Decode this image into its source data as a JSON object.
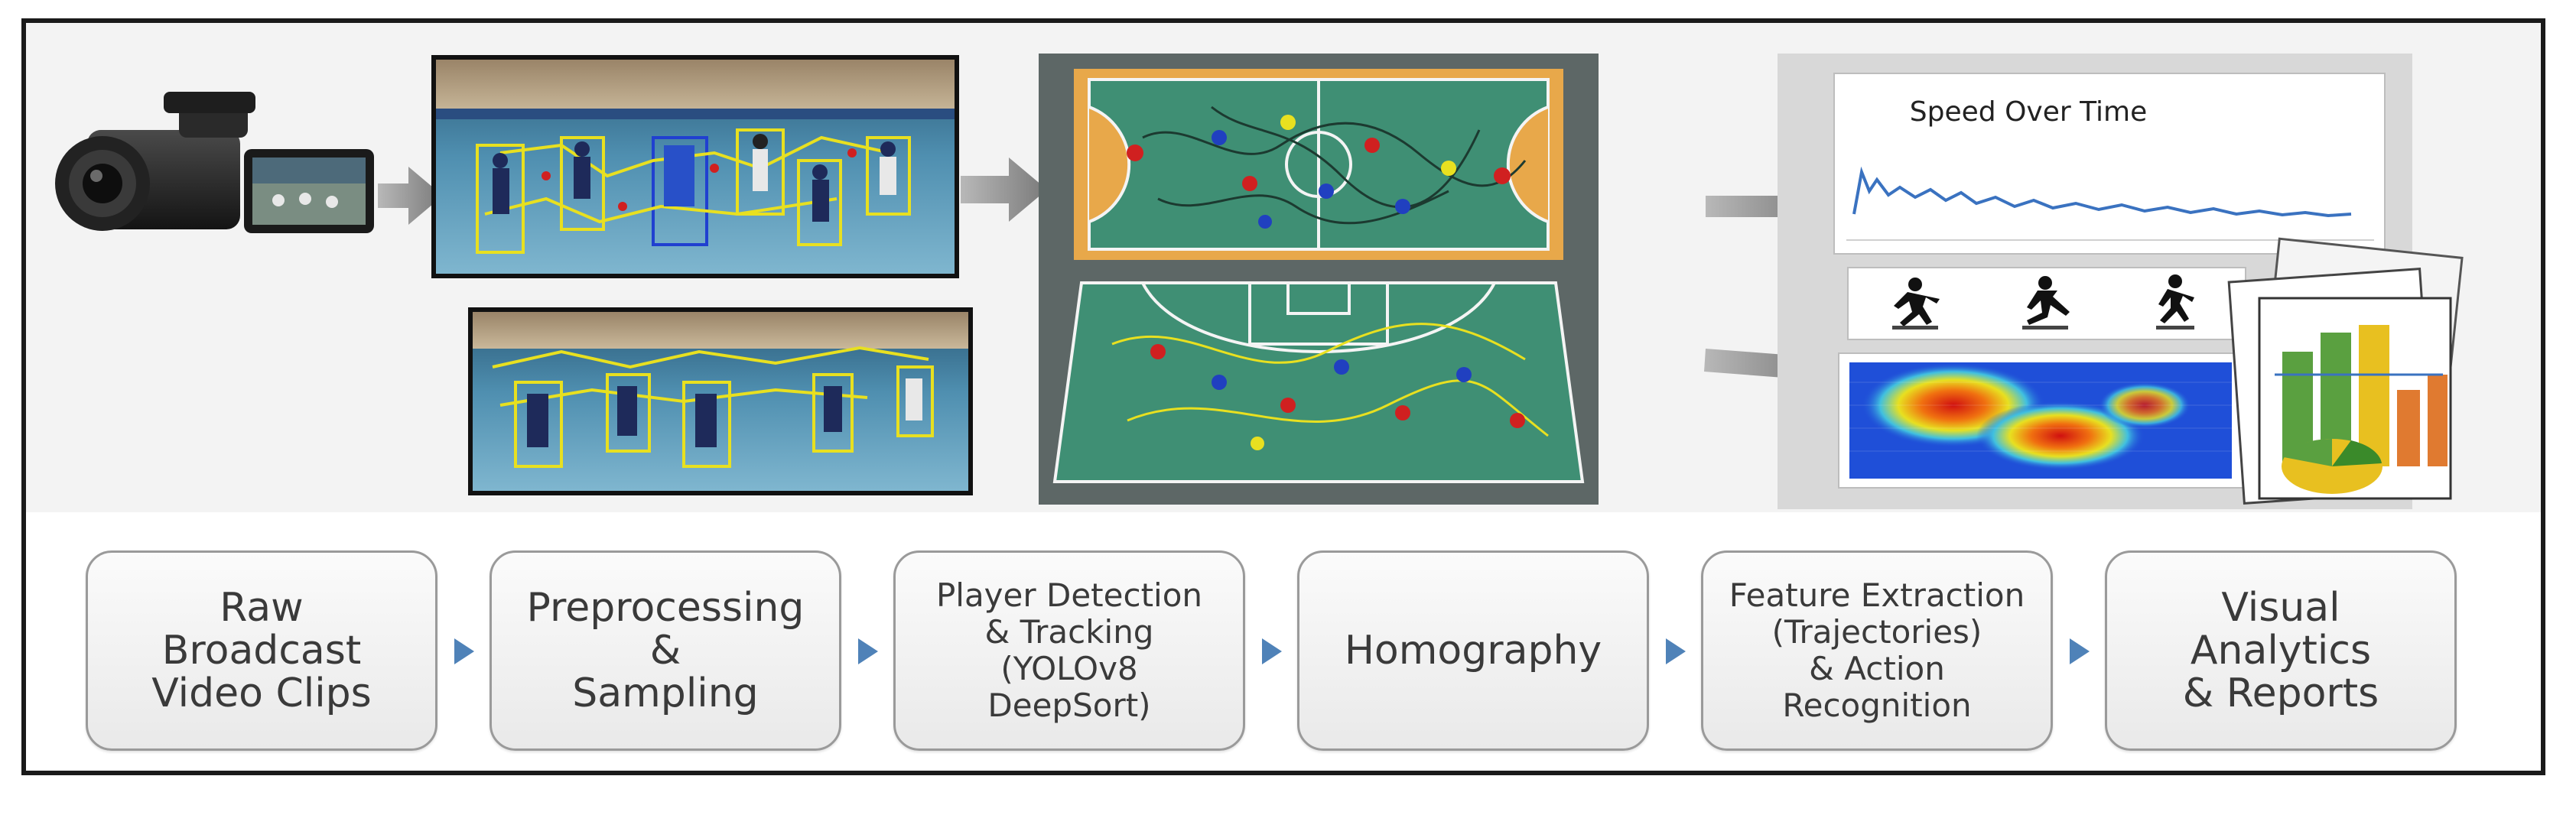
{
  "steps": [
    {
      "label": "Raw\nBroadcast\nVideo Clips"
    },
    {
      "label": "Preprocessing\n&\nSampling"
    },
    {
      "label": "Player Detection\n& Tracking\n(YOLOv8\nDeepSort)"
    },
    {
      "label": "Homography"
    },
    {
      "label": "Feature Extraction\n(Trajectories)\n& Action\nRecognition"
    },
    {
      "label": "Visual\nAnalytics\n& Reports"
    }
  ],
  "panels": {
    "speed_chart_title": "Speed Over Time"
  },
  "colors": {
    "arrow_blue": "#4f82b8",
    "court_green": "#3f8f74",
    "court_orange": "#e8a84a",
    "box_yellow": "#e8e020"
  }
}
